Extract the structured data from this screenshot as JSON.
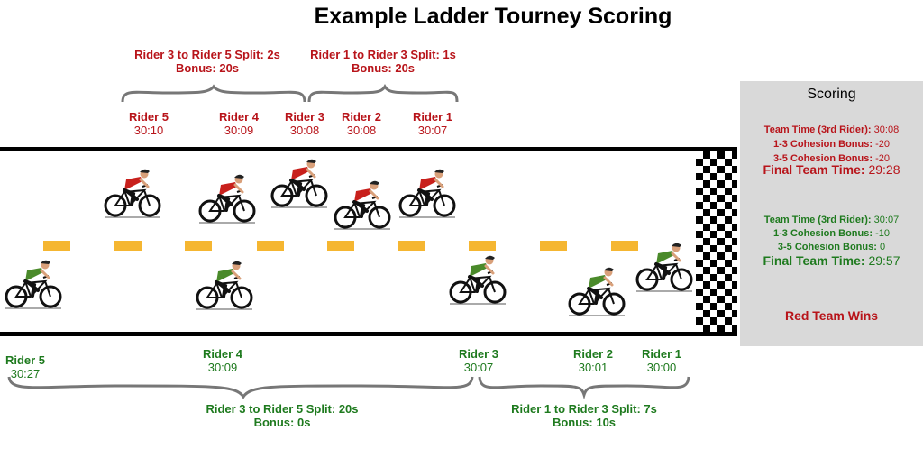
{
  "title": "Example Ladder Tourney Scoring",
  "colors": {
    "red": "#b8141a",
    "green": "#1e7a1e",
    "dash": "#f5b631",
    "panel": "#d9d9d9"
  },
  "red_team": {
    "split_left": {
      "line1": "Rider 3 to Rider 5 Split: 2s",
      "line2": "Bonus: 20s"
    },
    "split_right": {
      "line1": "Rider 1 to Rider 3 Split: 1s",
      "line2": "Bonus: 20s"
    },
    "riders": [
      {
        "name": "Rider 5",
        "time": "30:10"
      },
      {
        "name": "Rider 4",
        "time": "30:09"
      },
      {
        "name": "Rider 3",
        "time": "30:08"
      },
      {
        "name": "Rider 2",
        "time": "30:08"
      },
      {
        "name": "Rider 1",
        "time": "30:07"
      }
    ]
  },
  "green_team": {
    "split_left": {
      "line1": "Rider 3 to Rider 5 Split: 20s",
      "line2": "Bonus: 0s"
    },
    "split_right": {
      "line1": "Rider 1 to Rider 3 Split: 7s",
      "line2": "Bonus: 10s"
    },
    "riders": [
      {
        "name": "Rider 5",
        "time": "30:27"
      },
      {
        "name": "Rider 4",
        "time": "30:09"
      },
      {
        "name": "Rider 3",
        "time": "30:07"
      },
      {
        "name": "Rider 2",
        "time": "30:01"
      },
      {
        "name": "Rider 1",
        "time": "30:00"
      }
    ]
  },
  "scoring": {
    "title": "Scoring",
    "red": {
      "team_time_label": "Team Time (3rd Rider):",
      "team_time_value": "30:08",
      "cohesion_13_label": "1-3 Cohesion Bonus:",
      "cohesion_13_value": "-20",
      "cohesion_35_label": "3-5 Cohesion Bonus:",
      "cohesion_35_value": "-20",
      "final_label": "Final Team Time:",
      "final_value": "29:28"
    },
    "green": {
      "team_time_label": "Team Time (3rd Rider):",
      "team_time_value": "30:07",
      "cohesion_13_label": "1-3 Cohesion Bonus:",
      "cohesion_13_value": "-10",
      "cohesion_35_label": "3-5 Cohesion Bonus:",
      "cohesion_35_value": "0",
      "final_label": "Final Team Time:",
      "final_value": "29:57"
    },
    "result": "Red Team Wins"
  }
}
